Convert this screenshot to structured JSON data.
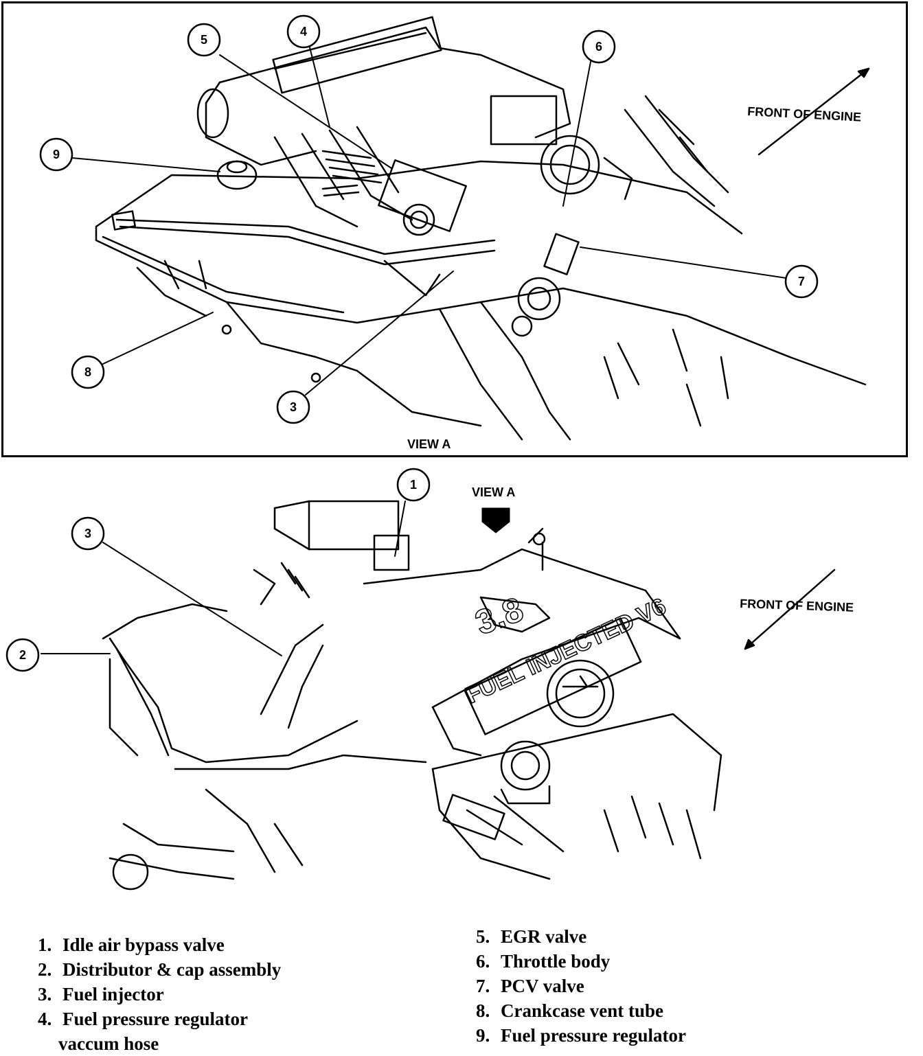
{
  "top_view": {
    "front_label": "FRONT OF ENGINE",
    "view_label": "VIEW A",
    "callouts": [
      "5",
      "4",
      "6",
      "9",
      "7",
      "8",
      "3"
    ]
  },
  "bottom_view": {
    "view_label": "VIEW A",
    "front_label": "FRONT OF ENGINE",
    "callouts": [
      "1",
      "3",
      "2"
    ],
    "manifold_text_1": "FUEL INJECTED V6",
    "manifold_text_2": "3.8"
  },
  "legend": {
    "left": [
      {
        "num": "1.",
        "text": "Idle air bypass valve"
      },
      {
        "num": "2.",
        "text": "Distributor & cap assembly"
      },
      {
        "num": "3.",
        "text": "Fuel injector"
      },
      {
        "num": "4.",
        "text": "Fuel pressure regulator",
        "cont": "vaccum hose"
      }
    ],
    "right": [
      {
        "num": "5.",
        "text": "EGR valve"
      },
      {
        "num": "6.",
        "text": "Throttle body"
      },
      {
        "num": "7.",
        "text": "PCV valve"
      },
      {
        "num": "8.",
        "text": "Crankcase vent tube"
      },
      {
        "num": "9.",
        "text": "Fuel pressure regulator"
      }
    ]
  }
}
